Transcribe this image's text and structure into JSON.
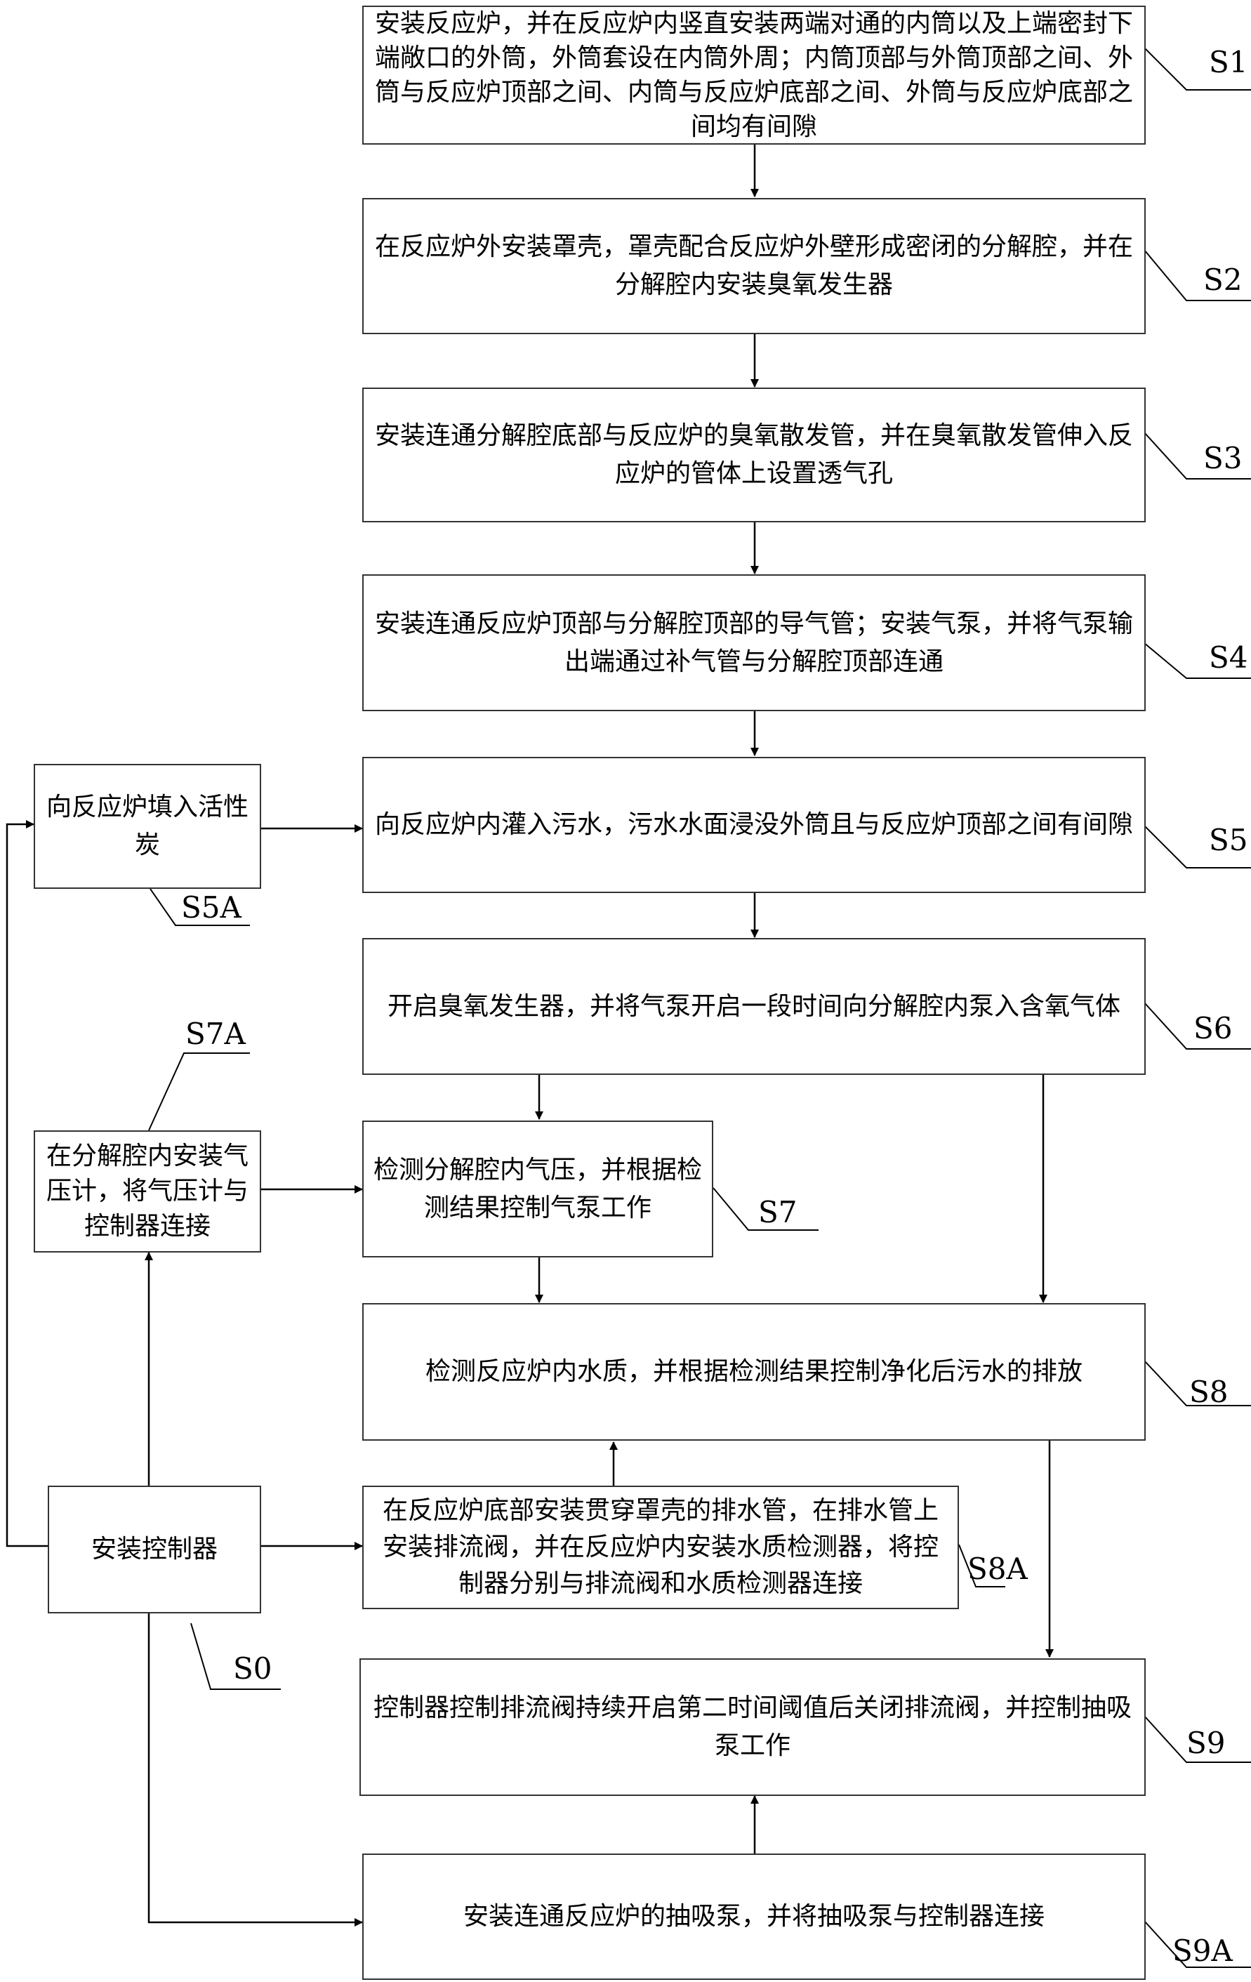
{
  "steps": {
    "s1": {
      "text": "安装反应炉，并在反应炉内竖直安装两端对通的内筒以及上端密封下端敞口的外筒，外筒套设在内筒外周；内筒顶部与外筒顶部之间、外筒与反应炉顶部之间、内筒与反应炉底部之间、外筒与反应炉底部之间均有间隙",
      "label": "S1"
    },
    "s2": {
      "text": "在反应炉外安装罩壳，罩壳配合反应炉外壁形成密闭的分解腔，并在分解腔内安装臭氧发生器",
      "label": "S2"
    },
    "s3": {
      "text": "安装连通分解腔底部与反应炉的臭氧散发管，并在臭氧散发管伸入反应炉的管体上设置透气孔",
      "label": "S3"
    },
    "s4": {
      "text": "安装连通反应炉顶部与分解腔顶部的导气管；安装气泵，并将气泵输出端通过补气管与分解腔顶部连通",
      "label": "S4"
    },
    "s5": {
      "text": "向反应炉内灌入污水，污水水面浸没外筒且与反应炉顶部之间有间隙",
      "label": "S5"
    },
    "s5a": {
      "text": "向反应炉填入活性炭",
      "label": "S5A"
    },
    "s6": {
      "text": "开启臭氧发生器，并将气泵开启一段时间向分解腔内泵入含氧气体",
      "label": "S6"
    },
    "s7": {
      "text": "检测分解腔内气压，并根据检测结果控制气泵工作",
      "label": "S7"
    },
    "s7a": {
      "text": "在分解腔内安装气压计，将气压计与控制器连接",
      "label": "S7A"
    },
    "s8": {
      "text": "检测反应炉内水质，并根据检测结果控制净化后污水的排放",
      "label": "S8"
    },
    "s8a": {
      "text": "在反应炉底部安装贯穿罩壳的排水管，在排水管上安装排流阀，并在反应炉内安装水质检测器，将控制器分别与排流阀和水质检测器连接",
      "label": "S8A"
    },
    "s0": {
      "text": "安装控制器",
      "label": "S0"
    },
    "s9": {
      "text": "控制器控制排流阀持续开启第二时间阈值后关闭排流阀，并控制抽吸泵工作",
      "label": "S9"
    },
    "s9a": {
      "text": "安装连通反应炉的抽吸泵，并将抽吸泵与控制器连接",
      "label": "S9A"
    }
  }
}
